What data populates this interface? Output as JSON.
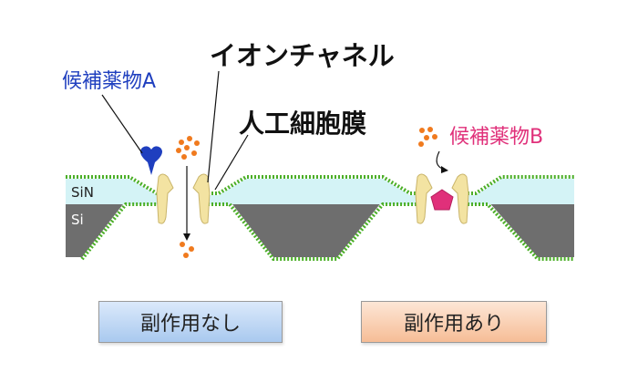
{
  "labels": {
    "candidate_a": "候補薬物A",
    "ion_channel": "イオンチャネル",
    "cell_membrane": "人工細胞膜",
    "candidate_b": "候補薬物B",
    "sin": "SiN",
    "si": "Si"
  },
  "buttons": {
    "no_side_effect": "副作用なし",
    "with_side_effect": "副作用あり"
  },
  "colors": {
    "candidate_a": "#1f3fbf",
    "candidate_b": "#e0307a",
    "membrane_green": "#4caf28",
    "sin_layer": "#d4f3f6",
    "si_layer": "#6e6e6e",
    "channel": "#f3e3a2",
    "ions": "#f07a1e"
  },
  "icons": {
    "drug_a": "teardrop-marker-icon",
    "drug_b": "pentagon-marker-icon",
    "ions": "dot-cluster-icon"
  }
}
